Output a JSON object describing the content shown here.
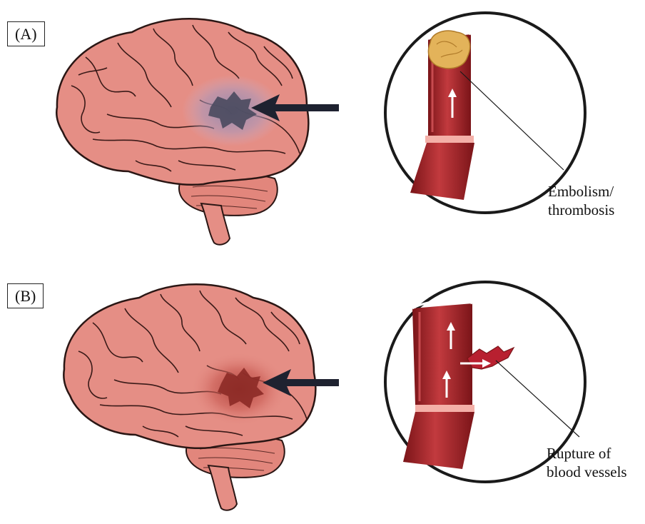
{
  "panels": [
    {
      "label": "(A)",
      "callout": [
        "Embolism/",
        "thrombosis"
      ],
      "lesion_color": "#4a4a5e",
      "halo_color": "#9a8fb3"
    },
    {
      "label": "(B)",
      "callout": [
        "Rupture of",
        "blood vessels"
      ],
      "lesion_color": "#8c2a26",
      "halo_color": "#c0544c"
    }
  ],
  "colors": {
    "brain": "#e58e85",
    "brain_outline": "#2a1614",
    "vessel": "#b0282d",
    "vessel_dark": "#7a1418",
    "clot": "#e3b35a",
    "arrow": "#1e2230"
  }
}
